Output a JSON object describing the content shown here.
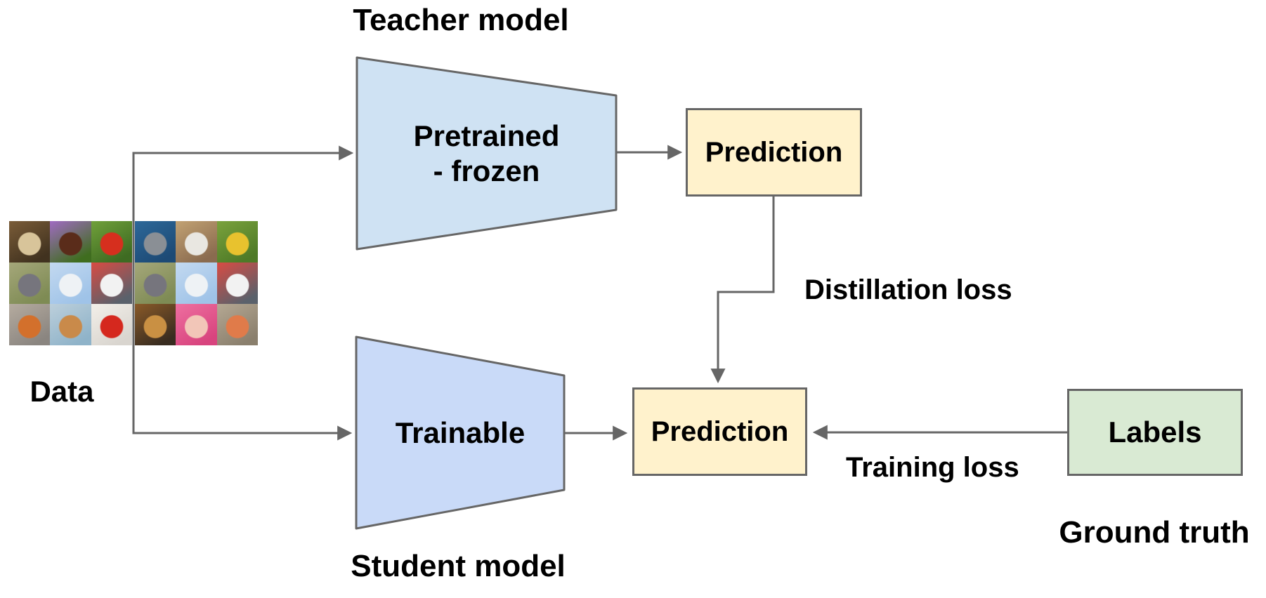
{
  "diagram": {
    "background": "#ffffff",
    "line_color": "#666666",
    "teacher": {
      "title": "Teacher model",
      "shape_label_line1": "Pretrained",
      "shape_label_line2": "- frozen",
      "fill": "#cfe2f3"
    },
    "student": {
      "title": "Student model",
      "shape_label": "Trainable",
      "fill": "#c9daf8"
    },
    "teacher_prediction": {
      "label": "Prediction",
      "fill": "#fff2cc"
    },
    "student_prediction": {
      "label": "Prediction",
      "fill": "#fff2cc"
    },
    "labels_box": {
      "label": "Labels",
      "fill": "#d9ead3",
      "caption": "Ground truth"
    },
    "distillation_loss_label": "Distillation loss",
    "training_loss_label": "Training loss",
    "data_label": "Data",
    "data_grid": {
      "tiles": [
        {
          "name": "accordion-image",
          "bg": "#41321f",
          "mid": "#7a5c38",
          "fg": "#d8c49a"
        },
        {
          "name": "butterfly-image",
          "bg": "#3f6d1f",
          "mid": "#a06bc2",
          "fg": "#5a2c1a"
        },
        {
          "name": "mushroom-image",
          "bg": "#3e6b22",
          "mid": "#70a03a",
          "fg": "#d62f1e"
        },
        {
          "name": "aircraft-carrier-image",
          "bg": "#1d4a75",
          "mid": "#2d6899",
          "fg": "#8a8f95"
        },
        {
          "name": "pocket-watch-image",
          "bg": "#8a6b4f",
          "mid": "#c2a273",
          "fg": "#e9e7e1"
        },
        {
          "name": "corn-image",
          "bg": "#4e7a27",
          "mid": "#7aa23c",
          "fg": "#e8c22e"
        },
        {
          "name": "elephant-image",
          "bg": "#7e8b54",
          "mid": "#a5a77a",
          "fg": "#76757d"
        },
        {
          "name": "airplane-image",
          "bg": "#9fc3e8",
          "mid": "#c3d9f0",
          "fg": "#eef2f5"
        },
        {
          "name": "ambulance-image",
          "bg": "#5a616b",
          "mid": "#d94b43",
          "fg": "#f2f2f2"
        },
        {
          "name": "guitar-image",
          "bg": "#382c20",
          "mid": "#8a5a28",
          "fg": "#c99043"
        },
        {
          "name": "baby-image",
          "bg": "#d8447e",
          "mid": "#ee6fa0",
          "fg": "#f2c6b8"
        },
        {
          "name": "cassette-image",
          "bg": "#8a7f6d",
          "mid": "#b5a893",
          "fg": "#e07b4a"
        },
        {
          "name": "basketball-image",
          "bg": "#8a8580",
          "mid": "#b5ab9f",
          "fg": "#d3702c"
        },
        {
          "name": "corgi-image",
          "bg": "#8fb3c9",
          "mid": "#bccfdb",
          "fg": "#c98a4a"
        },
        {
          "name": "bell-pepper-image",
          "bg": "#d9d5cf",
          "mid": "#f2efe9",
          "fg": "#d5281e"
        },
        {
          "name": "crocs-shoes-image",
          "bg": "#efece7",
          "mid": "#ddd5cd",
          "fg": "#cc2f8a"
        },
        {
          "name": "car-wheel-image",
          "bg": "#3a3d42",
          "mid": "#24272b",
          "fg": "#b9bec4"
        },
        {
          "name": "brain-coral-image",
          "bg": "#1d3550",
          "mid": "#2a4a66",
          "fg": "#c2955c"
        }
      ]
    }
  }
}
